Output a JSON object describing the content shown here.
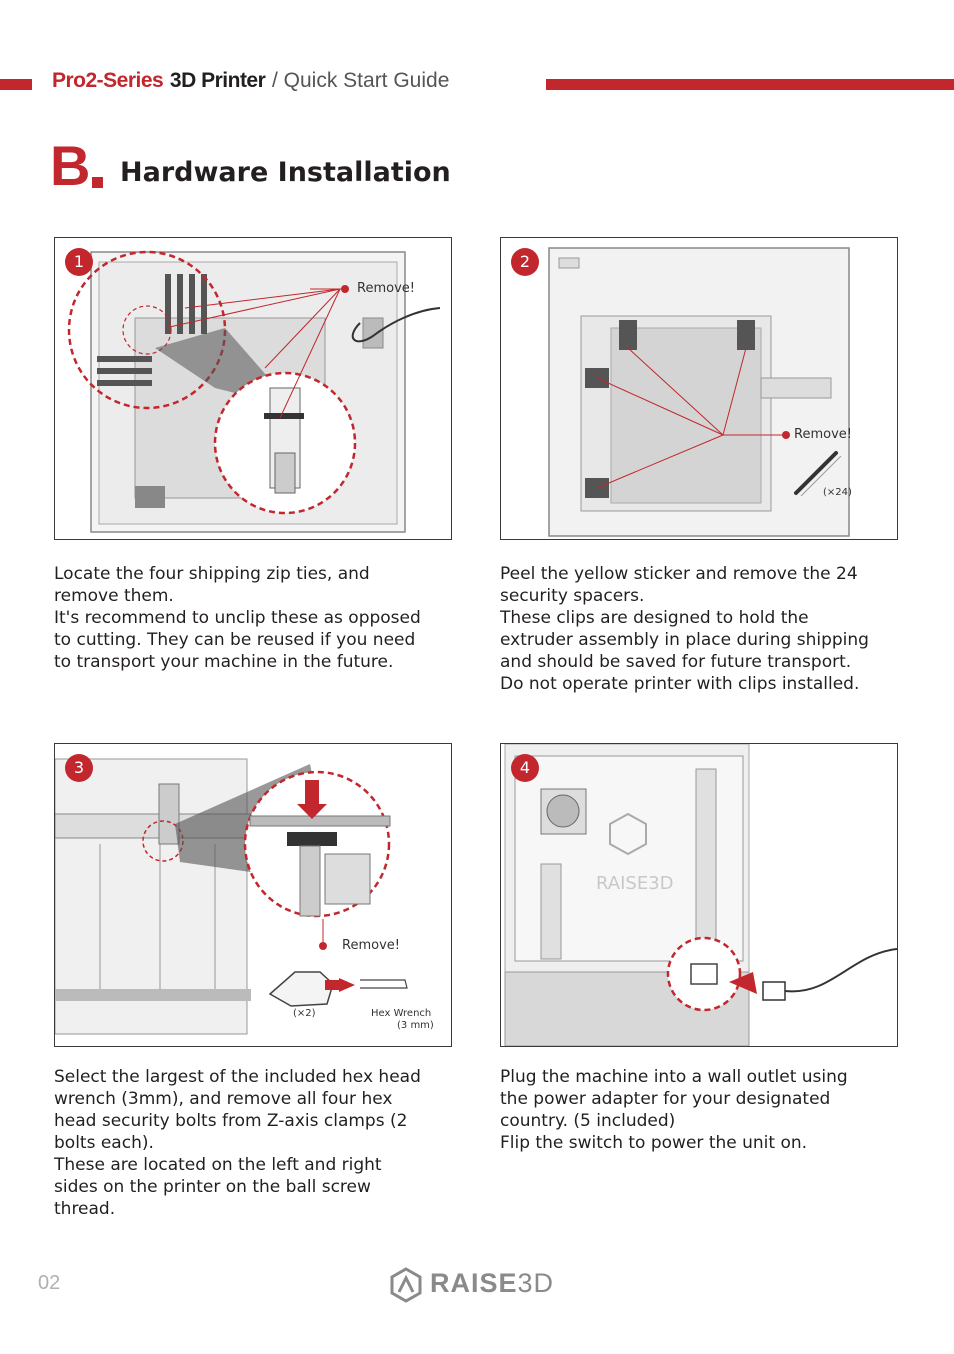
{
  "header": {
    "series": "Pro2-Series",
    "model": "3D Printer",
    "guide": "/ Quick Start Guide"
  },
  "section": {
    "letter": "B",
    "title": "Hardware Installation"
  },
  "steps": [
    {
      "number": "1",
      "callout": "Remove!",
      "text": [
        "Locate the four shipping zip ties, and",
        "remove them.",
        "It's recommend to unclip these as opposed",
        "to cutting. They can be reused if you need",
        "to transport your machine in the future."
      ]
    },
    {
      "number": "2",
      "callout": "Remove!",
      "quantity": "(×24)",
      "text": [
        "Peel the yellow sticker and remove the 24",
        "security spacers.",
        "These clips are designed to hold the",
        "extruder assembly in place during shipping",
        "and should be saved for future transport.",
        "Do not operate printer with clips installed."
      ]
    },
    {
      "number": "3",
      "callout": "Remove!",
      "quantity": "(×2)",
      "tool_label": "Hex Wrench",
      "tool_size": "(3 mm)",
      "text": [
        "Select the largest of the included hex head",
        "wrench (3mm), and remove all four hex",
        "head security bolts from Z-axis clamps (2",
        "bolts each).",
        "These are located on the left and right",
        "sides on the printer on the ball screw",
        "thread."
      ]
    },
    {
      "number": "4",
      "text": [
        "Plug the machine into a wall outlet using",
        "the power adapter for your designated",
        "country. (5 included)",
        "Flip the switch to power the unit on."
      ]
    }
  ],
  "footer": {
    "page_number": "02",
    "brand_main": "RAISE",
    "brand_suffix": "3D"
  },
  "colors": {
    "accent": "#c1272d",
    "text": "#231f20"
  }
}
